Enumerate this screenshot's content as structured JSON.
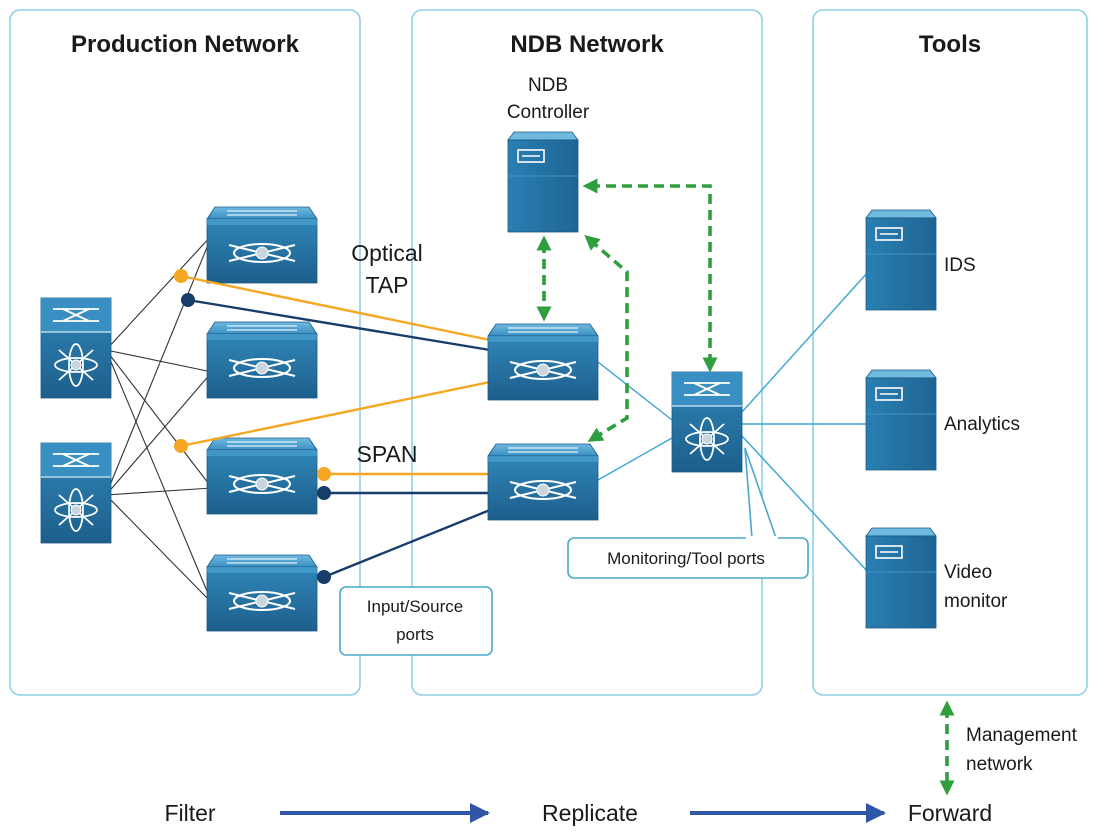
{
  "zones": {
    "production": "Production Network",
    "ndb": "NDB Network",
    "tools": "Tools"
  },
  "labels": {
    "ndb_controller_line1": "NDB",
    "ndb_controller_line2": "Controller",
    "optical_tap_line1": "Optical",
    "optical_tap_line2": "TAP",
    "span": "SPAN",
    "ids": "IDS",
    "analytics": "Analytics",
    "video_monitor_line1": "Video",
    "video_monitor_line2": "monitor",
    "management_line1": "Management",
    "management_line2": "network"
  },
  "callouts": {
    "monitoring_tool_ports": "Monitoring/Tool ports",
    "input_source_line1": "Input/Source",
    "input_source_line2": "ports"
  },
  "flow": {
    "step1": "Filter",
    "step2": "Replicate",
    "step3": "Forward"
  },
  "colors": {
    "device_blue": "#2f86b8",
    "zone_border": "#8fd0e6",
    "tap_orange": "#f5a623",
    "tap_navy": "#173d6b",
    "link_cyan": "#3aa6d0",
    "mgmt_green": "#2e9e3e",
    "flow_arrow": "#3056a8"
  },
  "icons": {
    "switch": "nexus-switch-icon",
    "core_switch": "core-switch-icon",
    "server": "server-icon"
  }
}
